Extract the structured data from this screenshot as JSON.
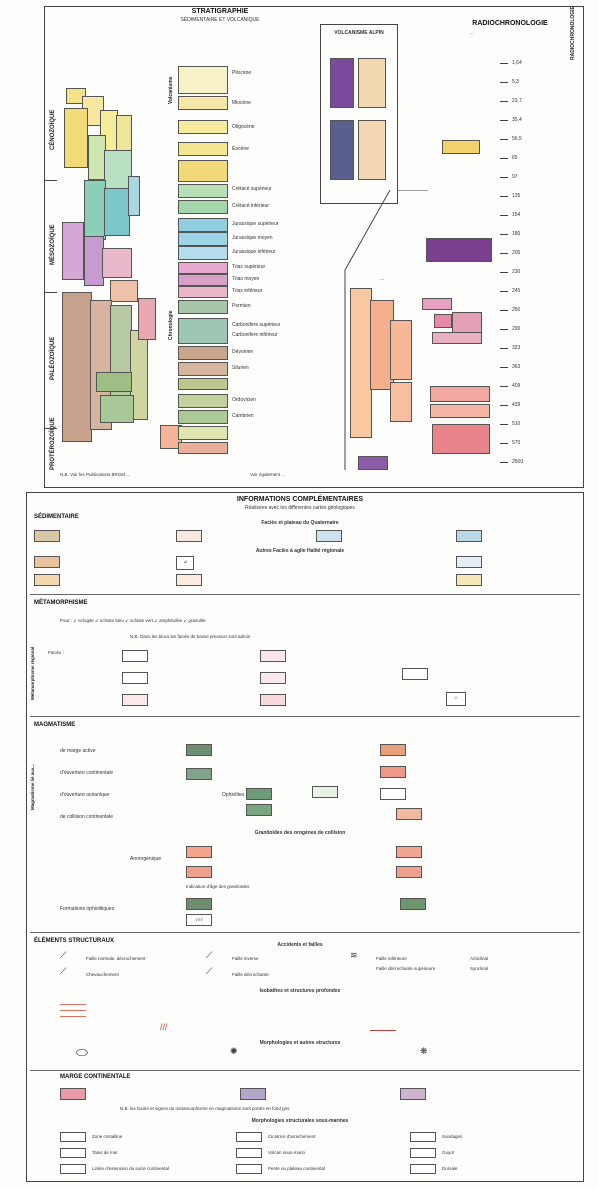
{
  "strat_title": "STRATIGRAPHIE",
  "strat_subtitle": "SÉDIMENTAIRE ET VOLCANIQUE",
  "radio_title": "RADIOCHRONOLOGIE",
  "volc_title": "VOLCANISME ALPIN",
  "eras": [
    "CÉNOZOÏQUE",
    "MÉSOZOÏQUE",
    "PALÉOZOÏQUE",
    "PROTÉROZOÏQUE"
  ],
  "legend_rows": [
    "Pliocène",
    "Miocène",
    "Oligocène",
    "Éocène",
    "Crétacé supérieur",
    "Crétacé inférieur",
    "Jurassique supérieur",
    "Jurassique moyen",
    "Jurassique inférieur",
    "Trias supérieur",
    "Trias moyen",
    "Trias inférieur",
    "Permien",
    "Carbonifère supérieur",
    "Carbonifère inférieur",
    "Dévonien",
    "Silurien",
    "Ordovicien",
    "Cambrien"
  ],
  "volc_label": "Volcanisme",
  "chron_label": "Chronologie",
  "ages": [
    "1,64",
    "5,3",
    "23,7",
    "35,4",
    "56,5",
    "65",
    "97",
    "135",
    "154",
    "180",
    "205",
    "230",
    "245",
    "250",
    "290",
    "323",
    "363",
    "409",
    "439",
    "510",
    "570",
    "2500"
  ],
  "protero_label": "PROTÉROZOÏQUE",
  "note1": "N.B. Voir les Publications BRGM ...",
  "note2": "Voir également ...",
  "info_title": "INFORMATIONS COMPLÉMENTAIRES",
  "info_sub": "Réalisées avec les différentes cartes géologiques",
  "sed_title": "SÉDIMENTAIRE",
  "sed_note": "Faciès et plateau du Quaternaire",
  "autres_note": "Autres Faciès à agile Halité régionale",
  "meta_title": "MÉTAMORPHISME",
  "magma_title": "MAGMATISME",
  "magma_rows": [
    "de marge active",
    "d'ouverture continentale",
    "d'ouverture océanique",
    "de collision continentale"
  ],
  "ophiol_label": "Ophiolites",
  "granit_title": "Granitoïdes des orogènes de collision",
  "anorog_label": "Anorogénique",
  "struct_title": "ÉLÉMENTS STRUCTURAUX",
  "struct_sub": "Accidents et failles",
  "struct_items": [
    "Faille normale, décrochement",
    "Chevauchement",
    "Faille inverse",
    "Faille décrochante",
    "Faille inférieure",
    "Faille décrochante supérieure",
    "Anticlinal",
    "Synclinal"
  ],
  "iso_title": "Isobathes et structures profondes",
  "morpho_title": "Morphologies et autres structures",
  "marge_title": "MARGE CONTINENTALE",
  "nb_text": "N.B. les faciès et signes du métamorphisme en magmatisme sont portés en fond gris",
  "sous_marins_title": "Morphologies structurales sous-marines",
  "bottom_items": [
    "Zone cristalline",
    "Talus de mer",
    "Limite d'extension du socle continental",
    "Cicatrice d'arrachement",
    "Volcan sous-marin",
    "Pente ou plateau continental",
    "Sondages",
    "Guyot",
    "Dorsale"
  ]
}
